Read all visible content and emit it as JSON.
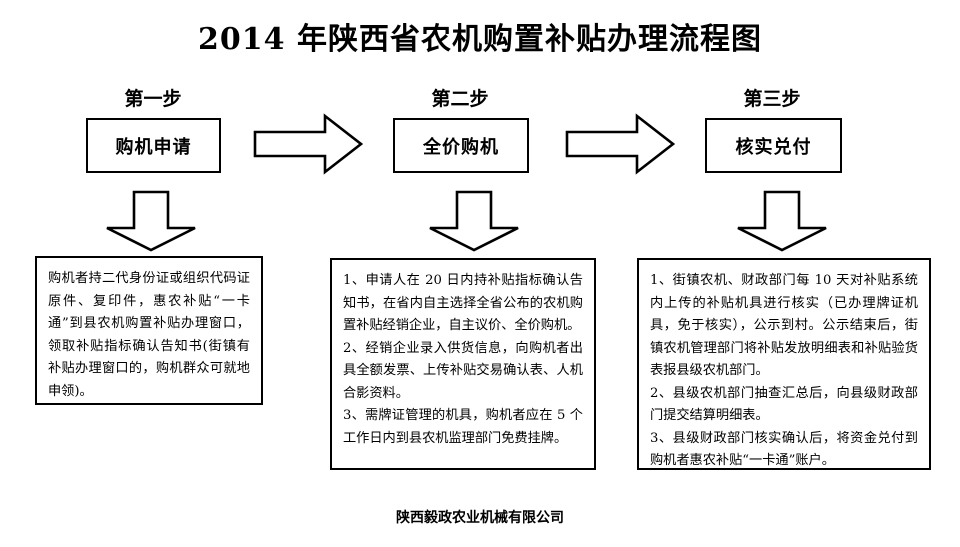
{
  "page": {
    "title": "2014 年陕西省农机购置补贴办理流程图",
    "footer_company": "陕西毅政农业机械有限公司",
    "background_color": "#ffffff",
    "line_color": "#000000"
  },
  "steps": [
    {
      "caption": "第一步",
      "box_label": "购机申请",
      "detail_lines": [
        "购机者持二代身份证或组织代码证原件、复印件，惠农补贴“一卡通”到县农机购置补贴办理窗口，领取补贴指标确认告知书(街镇有补贴办理窗口的，购机群众可就地申领)。"
      ]
    },
    {
      "caption": "第二步",
      "box_label": "全价购机",
      "detail_lines": [
        "1、申请人在 20 日内持补贴指标确认告知书，在省内自主选择全省公布的农机购置补贴经销企业，自主议价、全价购机。",
        "2、经销企业录入供货信息，向购机者出具全额发票、上传补贴交易确认表、人机合影资料。",
        "3、需牌证管理的机具，购机者应在 5 个工作日内到县农机监理部门免费挂牌。"
      ]
    },
    {
      "caption": "第三步",
      "box_label": "核实兑付",
      "detail_lines": [
        "1、街镇农机、财政部门每 10 天对补贴系统内上传的补贴机具进行核实（已办理牌证机具，免于核实），公示到村。公示结束后，街镇农机管理部门将补贴发放明细表和补贴验货表报县级农机部门。",
        "2、县级农机部门抽查汇总后，向县级财政部门提交结算明细表。",
        "3、县级财政部门核实确认后，将资金兑付到购机者惠农补贴“一卡通”账户。"
      ]
    }
  ],
  "connectors": {
    "right_arrow_count": 2,
    "down_arrow_count": 3,
    "arrow_style": "outlined-block-arrow"
  }
}
